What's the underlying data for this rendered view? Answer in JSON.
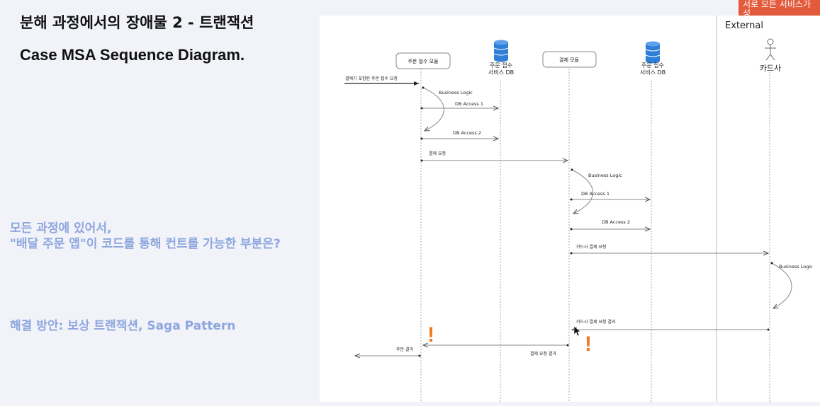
{
  "slide": {
    "title": "분해 과정에서의 장애물 2 - 트랜잭션",
    "subtitle": "Case MSA Sequence Diagram.",
    "question_line1": "모든 과정에 있어서,",
    "question_line2": "\"배달 주문 앱\"이 코드를 통해 컨트롤 가능한 부분은?",
    "solution": "해결 방안: 보상 트랜잭션, Saga Pattern"
  },
  "corner_badge": {
    "line1": "서로 모든 서비스가",
    "line2": "성"
  },
  "diagram": {
    "external_label": "External",
    "participants": {
      "order_module": "주문 접수 모듈",
      "order_db_line1": "주문  접수",
      "order_db_line2": "서비스  DB",
      "payment_module": "결제 모듈",
      "payment_db_line1": "주문  접수",
      "payment_db_line2": "서비스  DB",
      "card_company": "카드사"
    },
    "messages": {
      "order_request": "결제가 포함된 주문 접수 요청",
      "business_logic_1": "Business Logic",
      "db_access_1a": "DB Access 1",
      "db_access_2a": "DB Access 2",
      "payment_request": "결제 요청",
      "business_logic_2": "Business Logic",
      "db_access_1b": "DB Access 1",
      "db_access_2b": "DB Access 2",
      "card_payment_request": "카드사 결제 요청",
      "business_logic_3": "Business Logic",
      "card_payment_result": "카드사 결제 요청 결과",
      "order_result": "주문 결과",
      "payment_result": "결제 요청 결과"
    },
    "warning_mark": "!",
    "colors": {
      "warning": "#ee7a22",
      "db_icon": "#2f7ed8",
      "lifeline": "#aaaaaa"
    }
  }
}
